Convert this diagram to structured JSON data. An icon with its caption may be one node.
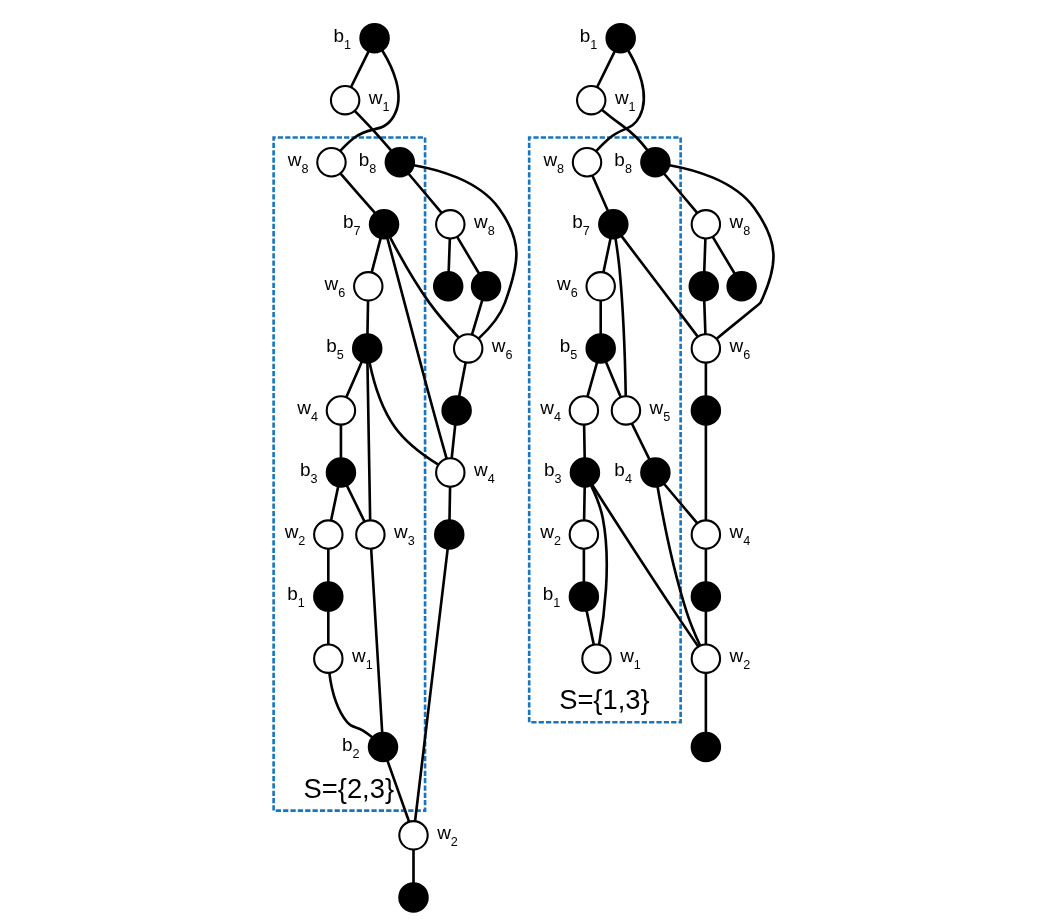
{
  "diagram": {
    "nodes": [
      {
        "text": [
          "S={2,3}"
        ]
      },
      {
        "text": [],
        "shape": "circle",
        "beside": [
          "b$_{1}$"
        ]
      },
      {
        "text": [],
        "shape": "circle",
        "beside": [
          "w$_{1}$"
        ]
      },
      {
        "text": [],
        "shape": "circle"
      },
      {
        "text": [],
        "shape": "circle",
        "beside": [
          "w$_{8}$"
        ],
        "in": 0
      },
      {
        "text": [],
        "shape": "circle",
        "beside": [
          "b$_{8}$"
        ],
        "in": 0
      },
      {
        "text": [],
        "shape": "circle",
        "beside": [
          "w$_{8}$"
        ]
      },
      {
        "text": [],
        "shape": "circle"
      },
      {
        "text": [],
        "shape": "circle",
        "beside": [
          "b$_{7}$"
        ],
        "in": 0
      },
      {
        "text": [],
        "shape": "circle",
        "beside": [
          "w$_{6}$"
        ],
        "in": 0
      },
      {
        "text": [],
        "shape": "circle",
        "beside": [
          "w$_{6}$"
        ]
      },
      {
        "text": [],
        "shape": "circle",
        "beside": [
          "b$_{5}$"
        ],
        "in": 0
      },
      {
        "text": [],
        "shape": "circle"
      },
      {
        "text": [],
        "shape": "circle",
        "beside": [
          "w$_{4}$"
        ],
        "in": 0
      },
      {
        "text": [],
        "shape": "circle",
        "beside": [
          "w$_{4}$"
        ]
      },
      {
        "text": [],
        "shape": "circle",
        "beside": [
          "b$_{3}$"
        ],
        "in": 0
      },
      {
        "text": [],
        "shape": "circle",
        "beside": [
          "w$_{3}$"
        ],
        "in": 0
      },
      {
        "text": [],
        "shape": "circle"
      },
      {
        "text": [],
        "shape": "circle",
        "beside": [
          "w$_{2}$"
        ],
        "in": 0
      },
      {
        "text": [],
        "shape": "circle",
        "beside": [
          "b$_{2}$"
        ],
        "in": 0
      },
      {
        "text": [],
        "shape": "circle",
        "beside": [
          "w$_{2}$"
        ]
      },
      {
        "text": [],
        "shape": "circle"
      },
      {
        "text": [],
        "shape": "circle",
        "beside": [
          "b$_{1}$"
        ],
        "in": 0
      },
      {
        "text": [],
        "shape": "circle",
        "beside": [
          "w$_{1}$"
        ],
        "in": 0
      },
      {
        "text": [
          "S={1,3}"
        ]
      },
      {
        "text": [],
        "shape": "circle",
        "beside": [
          "b$_{1}$"
        ]
      },
      {
        "text": [],
        "shape": "circle",
        "beside": [
          "w$_{1}$"
        ]
      },
      {
        "text": [],
        "shape": "circle"
      },
      {
        "text": [],
        "shape": "circle",
        "beside": [
          "w$_{8}$"
        ],
        "in": 24
      },
      {
        "text": [],
        "shape": "circle",
        "beside": [
          "b$_{8}$"
        ],
        "in": 24
      },
      {
        "text": [],
        "shape": "circle",
        "beside": [
          "w$_{8}$"
        ]
      },
      {
        "text": [],
        "shape": "circle"
      },
      {
        "text": [],
        "shape": "circle",
        "beside": [
          "b$_{7}$"
        ],
        "in": 24
      },
      {
        "text": [],
        "shape": "circle",
        "beside": [
          "w$_{6}$"
        ],
        "in": 24
      },
      {
        "text": [],
        "shape": "circle",
        "beside": [
          "w$_{6}$"
        ]
      },
      {
        "text": [],
        "shape": "circle",
        "beside": [
          "b$_{5}$"
        ],
        "in": 24
      },
      {
        "text": [],
        "shape": "circle",
        "beside": [
          "w$_{5}$"
        ],
        "in": 24
      },
      {
        "text": [],
        "shape": "circle"
      },
      {
        "text": [],
        "shape": "circle",
        "beside": [
          "w$_{4}$"
        ],
        "in": 24
      },
      {
        "text": [],
        "shape": "circle",
        "beside": [
          "b$_{4}$"
        ],
        "in": 24
      },
      {
        "text": [],
        "shape": "circle",
        "beside": [
          "w$_{4}$"
        ]
      },
      {
        "text": [],
        "shape": "circle",
        "beside": [
          "b$_{3}$"
        ],
        "in": 24
      },
      {
        "text": [],
        "shape": "circle"
      },
      {
        "text": [],
        "shape": "circle",
        "beside": [
          "w$_{2}$"
        ],
        "in": 24
      },
      {
        "text": [],
        "shape": "circle",
        "beside": [
          "w$_{2}$"
        ]
      },
      {
        "text": [],
        "shape": "circle"
      },
      {
        "text": [],
        "shape": "circle",
        "beside": [
          "b$_{1}$"
        ],
        "in": 24
      },
      {
        "text": [],
        "shape": "circle",
        "beside": [
          "w$_{1}$"
        ],
        "in": 24
      }
    ],
    "edges": [
      {
        "from": 1,
        "to": 2,
        "arrow": "none"
      },
      {
        "from": 1,
        "to": 4,
        "arrow": "none"
      },
      {
        "from": 2,
        "to": 5,
        "arrow": "none"
      },
      {
        "from": 5,
        "to": 6,
        "arrow": "none"
      },
      {
        "from": 6,
        "to": 3,
        "arrow": "none"
      },
      {
        "from": 6,
        "to": 7,
        "arrow": "none"
      },
      {
        "from": 5,
        "to": 10,
        "arrow": "none"
      },
      {
        "from": 7,
        "to": 10,
        "arrow": "none"
      },
      {
        "from": 4,
        "to": 8,
        "arrow": "none"
      },
      {
        "from": 8,
        "to": 10,
        "arrow": "none"
      },
      {
        "from": 8,
        "to": 14,
        "arrow": "none"
      },
      {
        "from": 8,
        "to": 9,
        "arrow": "none"
      },
      {
        "from": 9,
        "to": 11,
        "arrow": "none"
      },
      {
        "from": 11,
        "to": 14,
        "arrow": "none"
      },
      {
        "from": 11,
        "to": 13,
        "arrow": "none"
      },
      {
        "from": 11,
        "to": 16,
        "arrow": "none"
      },
      {
        "from": 10,
        "to": 12,
        "arrow": "none"
      },
      {
        "from": 12,
        "to": 14,
        "arrow": "none"
      },
      {
        "from": 13,
        "to": 15,
        "arrow": "none"
      },
      {
        "from": 15,
        "to": 16,
        "arrow": "none"
      },
      {
        "from": 16,
        "to": 19,
        "arrow": "none"
      },
      {
        "from": 15,
        "to": 18,
        "arrow": "none"
      },
      {
        "from": 18,
        "to": 22,
        "arrow": "none"
      },
      {
        "from": 22,
        "to": 23,
        "arrow": "none"
      },
      {
        "from": 23,
        "to": 19,
        "arrow": "none"
      },
      {
        "from": 19,
        "to": 20,
        "arrow": "none"
      },
      {
        "from": 14,
        "to": 17,
        "arrow": "none"
      },
      {
        "from": 17,
        "to": 20,
        "arrow": "none"
      },
      {
        "from": 20,
        "to": 21,
        "arrow": "none"
      },
      {
        "from": 25,
        "to": 26,
        "arrow": "none"
      },
      {
        "from": 25,
        "to": 28,
        "arrow": "none"
      },
      {
        "from": 26,
        "to": 29,
        "arrow": "none"
      },
      {
        "from": 29,
        "to": 30,
        "arrow": "none"
      },
      {
        "from": 30,
        "to": 27,
        "arrow": "none"
      },
      {
        "from": 30,
        "to": 31,
        "arrow": "none"
      },
      {
        "from": 29,
        "to": 34,
        "arrow": "none"
      },
      {
        "from": 31,
        "to": 34,
        "arrow": "none"
      },
      {
        "from": 28,
        "to": 32,
        "arrow": "none"
      },
      {
        "from": 32,
        "to": 34,
        "arrow": "none"
      },
      {
        "from": 32,
        "to": 33,
        "arrow": "none"
      },
      {
        "from": 32,
        "to": 36,
        "arrow": "none"
      },
      {
        "from": 33,
        "to": 35,
        "arrow": "none"
      },
      {
        "from": 35,
        "to": 36,
        "arrow": "none"
      },
      {
        "from": 34,
        "to": 37,
        "arrow": "none"
      },
      {
        "from": 36,
        "to": 39,
        "arrow": "none"
      },
      {
        "from": 39,
        "to": 40,
        "arrow": "none"
      },
      {
        "from": 39,
        "to": 44,
        "arrow": "none"
      },
      {
        "from": 35,
        "to": 38,
        "arrow": "none"
      },
      {
        "from": 37,
        "to": 40,
        "arrow": "none"
      },
      {
        "from": 38,
        "to": 41,
        "arrow": "none"
      },
      {
        "from": 40,
        "to": 42,
        "arrow": "none"
      },
      {
        "from": 42,
        "to": 44,
        "arrow": "none"
      },
      {
        "from": 41,
        "to": 44,
        "arrow": "none"
      },
      {
        "from": 41,
        "to": 47,
        "arrow": "none"
      },
      {
        "from": 41,
        "to": 43,
        "arrow": "none"
      },
      {
        "from": 43,
        "to": 46,
        "arrow": "none"
      },
      {
        "from": 46,
        "to": 47,
        "arrow": "none"
      },
      {
        "from": 44,
        "to": 45,
        "arrow": "none"
      }
    ]
  }
}
